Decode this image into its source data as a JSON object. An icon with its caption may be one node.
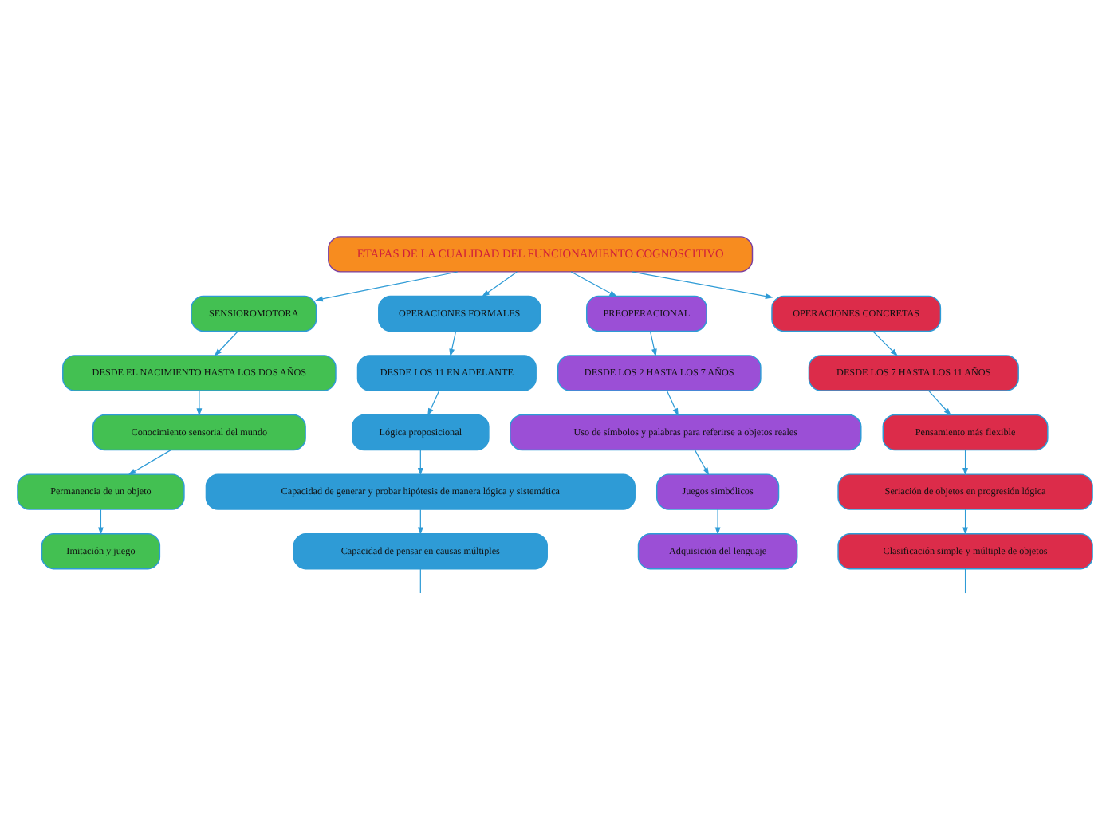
{
  "diagram": {
    "nodes": [
      {
        "text": [
          "ETAPAS DE LA CUALIDAD DEL FUNCIONAMIENTO COGNOSCITIVO"
        ]
      },
      {
        "text": [
          "SENSIOROMOTORA"
        ]
      },
      {
        "text": [
          "DESDE EL NACIMIENTO HASTA LOS DOS AÑOS"
        ]
      },
      {
        "text": [
          "Conocimiento sensorial del mundo"
        ]
      },
      {
        "text": [
          "Permanencia de un objeto"
        ]
      },
      {
        "text": [
          "Imitación y juego"
        ]
      },
      {
        "text": [
          "OPERACIONES FORMALES"
        ]
      },
      {
        "text": [
          "DESDE LOS 11 EN ADELANTE"
        ]
      },
      {
        "text": [
          "Lógica proposicional"
        ]
      },
      {
        "text": [
          "Capacidad de generar y probar hipótesis de manera lógica y sistemática"
        ]
      },
      {
        "text": [
          "Capacidad de pensar en causas múltiples"
        ]
      },
      {
        "text": [
          "PREOPERACIONAL"
        ]
      },
      {
        "text": [
          "DESDE LOS 2 HASTA LOS 7 AÑOS"
        ]
      },
      {
        "text": [
          "Uso de símbolos y palabras para referirse a objetos reales"
        ]
      },
      {
        "text": [
          "Juegos simbólicos"
        ]
      },
      {
        "text": [
          "Adquisición del lenguaje"
        ]
      },
      {
        "text": [
          "OPERACIONES CONCRETAS"
        ]
      },
      {
        "text": [
          "DESDE LOS 7 HASTA LOS 11 AÑOS"
        ]
      },
      {
        "text": [
          "Pensamiento más flexible"
        ]
      },
      {
        "text": [
          "Seriación de objetos en progresión lógica"
        ]
      },
      {
        "text": [
          "Clasificación simple y múltiple de objetos"
        ]
      }
    ],
    "edges": [
      {
        "from": 0,
        "to": 1,
        "arrow": "to"
      },
      {
        "from": 1,
        "to": 2,
        "arrow": "to"
      },
      {
        "from": 2,
        "to": 3,
        "arrow": "to"
      },
      {
        "from": 3,
        "to": 4,
        "arrow": "to"
      },
      {
        "from": 4,
        "to": 5,
        "arrow": "to"
      },
      {
        "from": 0,
        "to": 6,
        "arrow": "to"
      },
      {
        "from": 6,
        "to": 7,
        "arrow": "to"
      },
      {
        "from": 7,
        "to": 8,
        "arrow": "to"
      },
      {
        "from": 8,
        "to": 9,
        "arrow": "to"
      },
      {
        "from": 9,
        "to": 10,
        "arrow": "to"
      },
      {
        "from": 10,
        "to": null,
        "arrow": "none"
      },
      {
        "from": 0,
        "to": 11,
        "arrow": "to"
      },
      {
        "from": 11,
        "to": 12,
        "arrow": "to"
      },
      {
        "from": 12,
        "to": 13,
        "arrow": "to"
      },
      {
        "from": 13,
        "to": 14,
        "arrow": "to"
      },
      {
        "from": 14,
        "to": 15,
        "arrow": "to"
      },
      {
        "from": 0,
        "to": 16,
        "arrow": "to"
      },
      {
        "from": 16,
        "to": 17,
        "arrow": "to"
      },
      {
        "from": 17,
        "to": 18,
        "arrow": "to"
      },
      {
        "from": 18,
        "to": 19,
        "arrow": "to"
      },
      {
        "from": 19,
        "to": 20,
        "arrow": "to"
      },
      {
        "from": 20,
        "to": null,
        "arrow": "none"
      }
    ]
  }
}
